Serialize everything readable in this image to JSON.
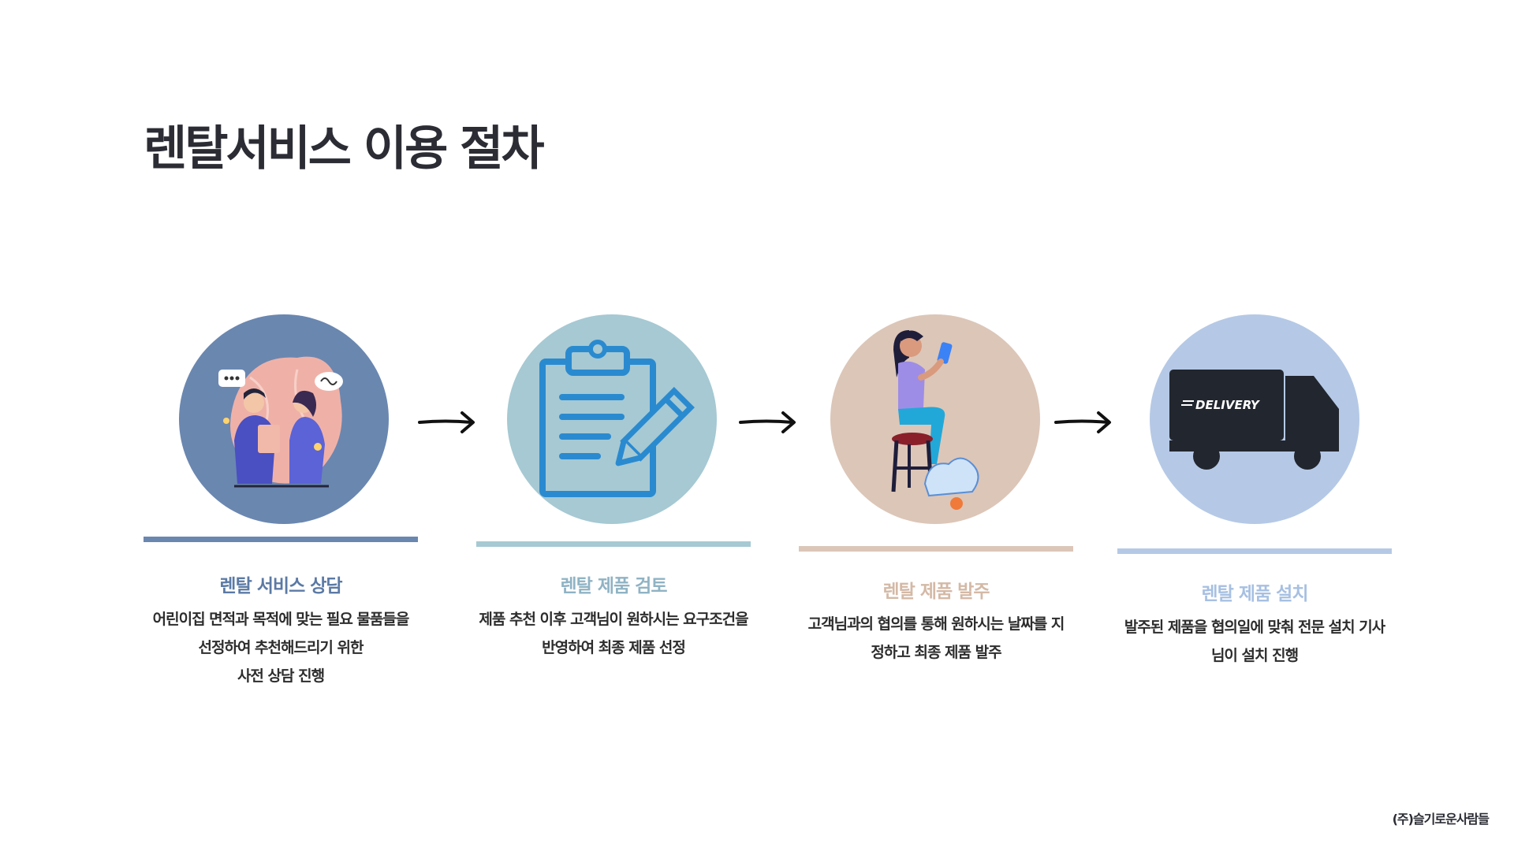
{
  "page": {
    "title": "렌탈서비스 이용 절차"
  },
  "steps": [
    {
      "icon": "consultation-icon",
      "title": "렌탈 서비스 상담",
      "desc": "어린이집 면적과 목적에 맞는 필요 물품들을\n선정하여 추천해드리기 위한\n사전 상담 진행",
      "circle_color": "#6a87b0",
      "bar_color": "#6a87b0",
      "title_color": "#5b7aa5"
    },
    {
      "icon": "clipboard-icon",
      "title": "렌탈 제품 검토",
      "desc": "제품 추천 이후 고객님이 원하시는 요구조건을\n반영하여 최종 제품 선정",
      "circle_color": "#a6c9d3",
      "bar_color": "#a6c9d3",
      "title_color": "#8fb3c4"
    },
    {
      "icon": "woman-phone-icon",
      "title": "렌탈 제품 발주",
      "desc": "고객님과의 협의를 통해 원하시는 날짜를 지\n정하고 최종 제품 발주",
      "circle_color": "#dcc6b8",
      "bar_color": "#dcc6b8",
      "title_color": "#d4b9a6"
    },
    {
      "icon": "delivery-truck-icon",
      "title": "렌탈 제품 설치",
      "desc": "발주된 제품을 협의일에 맞춰 전문 설치 기사\n님이 설치 진행",
      "circle_color": "#b5c9e6",
      "bar_color": "#b5c9e6",
      "title_color": "#a7c0e2",
      "truck_label": "DELIVERY"
    }
  ],
  "footer": {
    "company": "(주)슬기로운사람들"
  }
}
